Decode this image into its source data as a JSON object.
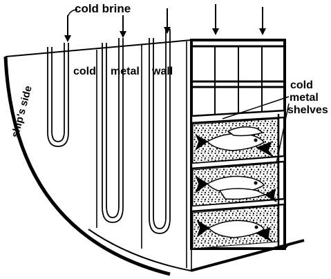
{
  "diagram": {
    "labels": {
      "cold_brine": "cold  brine",
      "ships_side": "ship's side",
      "cold_metal_wall": [
        "cold",
        "metal",
        "wall"
      ],
      "cold_metal_shelves": [
        "cold",
        "metal",
        "shelves"
      ]
    },
    "colors": {
      "ink": "#000000",
      "paper": "#ffffff",
      "fish_fill": "#ffffff"
    }
  }
}
